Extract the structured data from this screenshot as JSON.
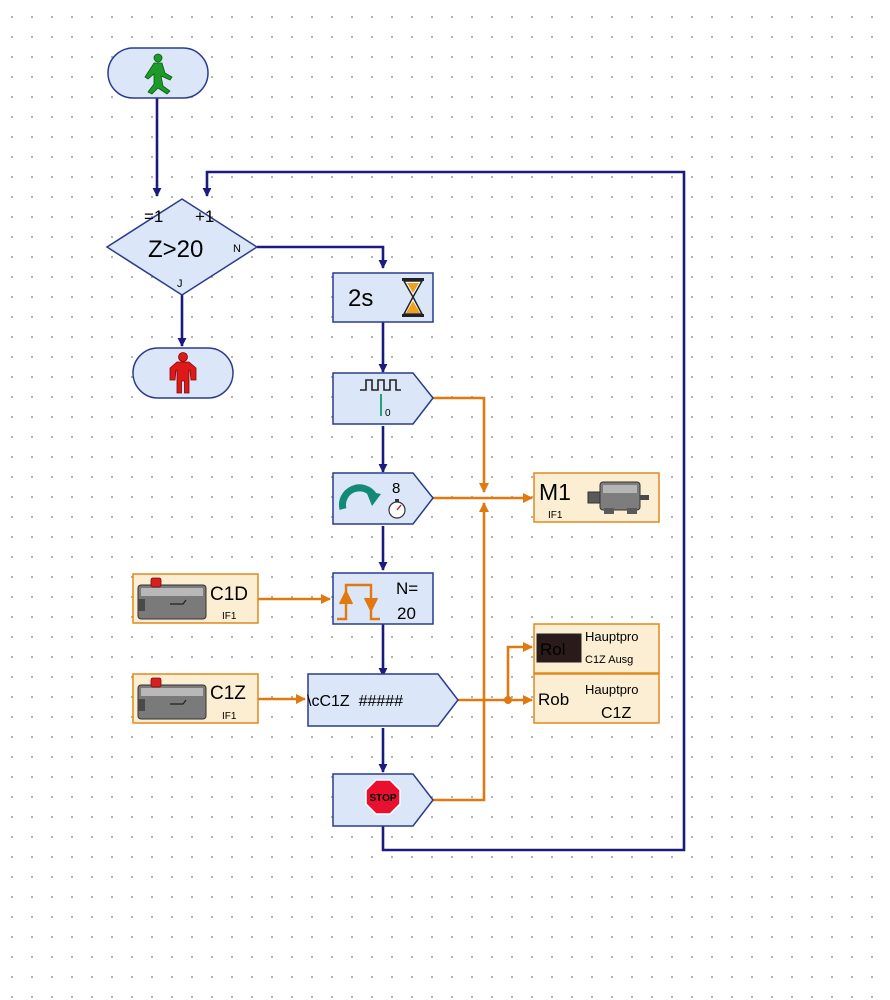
{
  "loop_counter": {
    "init": "=1",
    "step": "+1",
    "condition": "Z>20",
    "no_branch": "N",
    "yes_branch": "J"
  },
  "wait": {
    "label": "2s"
  },
  "pulse_block": {
    "value": "0"
  },
  "motor_step": {
    "count": "8"
  },
  "counter_wait": {
    "label_top": "N=",
    "label_bottom": "20"
  },
  "motor_output": {
    "name": "M1",
    "interface": "IF1"
  },
  "input_c1d": {
    "name": "C1D",
    "interface": "IF1"
  },
  "input_c1z": {
    "name": "C1Z",
    "interface": "IF1"
  },
  "text_command": {
    "label": "\\cC1Z  #####"
  },
  "display_panel": {
    "icon_text": "Rol",
    "title": "Hauptpro",
    "subtitle": "C1Z Ausg"
  },
  "variable_panel": {
    "icon_text": "Rob",
    "title": "Hauptpro",
    "subtitle": "C1Z"
  },
  "stop_block": {
    "label": "STOP"
  },
  "colors": {
    "flow": "#1a1a80",
    "data": "#e07a10",
    "block_fill": "#dbe7f8",
    "block_border": "#2a3c8c",
    "io_fill": "#fbeed2",
    "io_border": "#e08a20"
  }
}
